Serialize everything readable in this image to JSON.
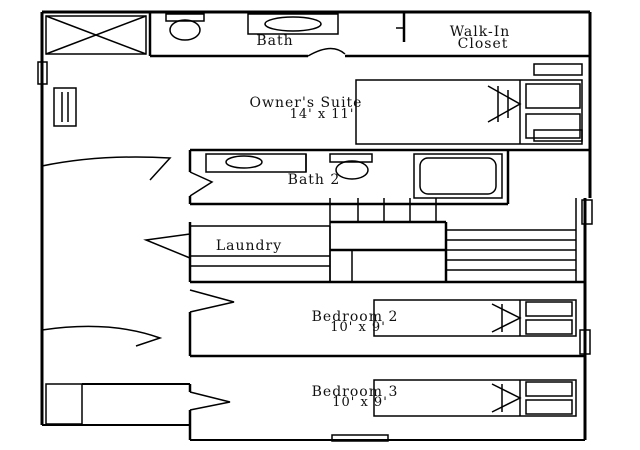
{
  "rooms": {
    "bath": {
      "name": "Bath"
    },
    "walk_in_closet": {
      "name_line1": "Walk-In",
      "name_line2": "Closet"
    },
    "owners_suite": {
      "name": "Owner's Suite",
      "size": "14' x 11'"
    },
    "bath_2": {
      "name": "Bath 2"
    },
    "laundry": {
      "name": "Laundry"
    },
    "bedroom_2": {
      "name": "Bedroom 2",
      "size": "10' x 9'"
    },
    "bedroom_3": {
      "name": "Bedroom 3",
      "size": "10' x 9'"
    }
  },
  "colors": {
    "wall": "#000000",
    "background": "#ffffff",
    "fixture": "#222222"
  }
}
